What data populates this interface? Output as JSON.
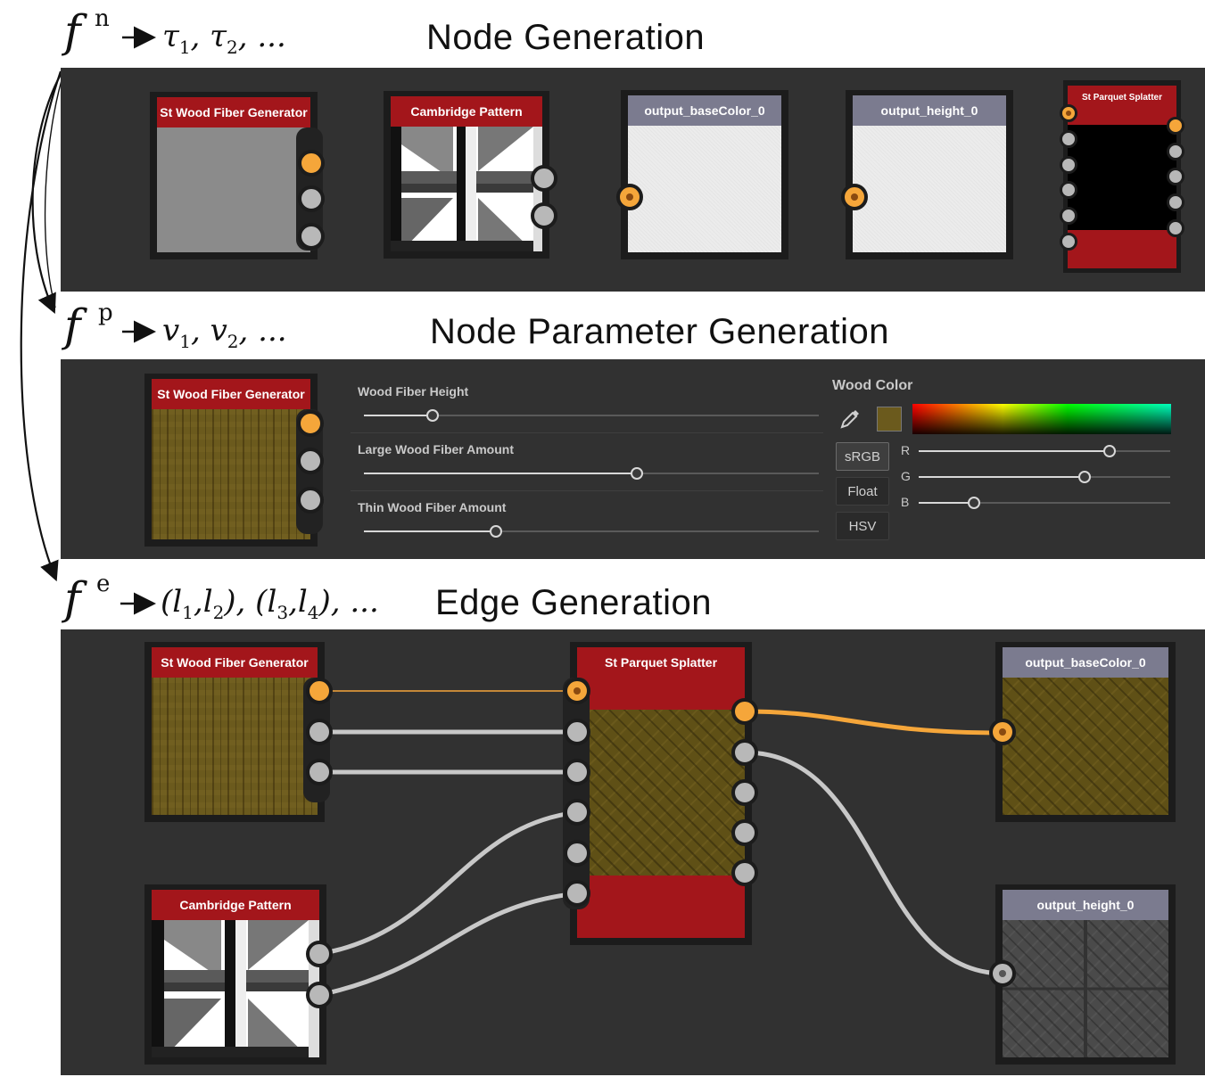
{
  "sections": {
    "node_gen": {
      "func": "f",
      "sup": "n",
      "seq": [
        "τ",
        "1",
        ", ",
        "τ",
        "2",
        ", ..."
      ],
      "title": "Node Generation"
    },
    "param_gen": {
      "func": "f",
      "sup": "p",
      "seq": [
        "v",
        "1",
        ", ",
        "v",
        "2",
        ", ..."
      ],
      "title": "Node Parameter Generation"
    },
    "edge_gen": {
      "func": "f",
      "sup": "e",
      "seq_text": "(l",
      "title": "Edge Generation"
    }
  },
  "nodes": {
    "wood_fiber": "St Wood Fiber Generator",
    "cambridge": "Cambridge Pattern",
    "base_color": "output_baseColor_0",
    "height": "output_height_0",
    "parquet": "St Parquet Splatter"
  },
  "params": {
    "fiber_height": {
      "label": "Wood Fiber Height",
      "value": 0.15
    },
    "large_amount": {
      "label": "Large Wood Fiber Amount",
      "value": 0.6
    },
    "thin_amount": {
      "label": "Thin Wood Fiber Amount",
      "value": 0.29
    },
    "wood_color": {
      "label": "Wood Color",
      "swatch": "#6b5a1d",
      "modes": [
        "sRGB",
        "Float",
        "HSV"
      ],
      "active_mode": "sRGB",
      "channels": [
        {
          "name": "R",
          "value": 0.76
        },
        {
          "name": "G",
          "value": 0.66
        },
        {
          "name": "B",
          "value": 0.22
        }
      ]
    }
  },
  "colors": {
    "panel": "#313131",
    "node_red": "#a3161b",
    "node_gray": "#7b7b8f",
    "port_orange": "#f5a63a",
    "port_gray": "#b8b8b8"
  }
}
